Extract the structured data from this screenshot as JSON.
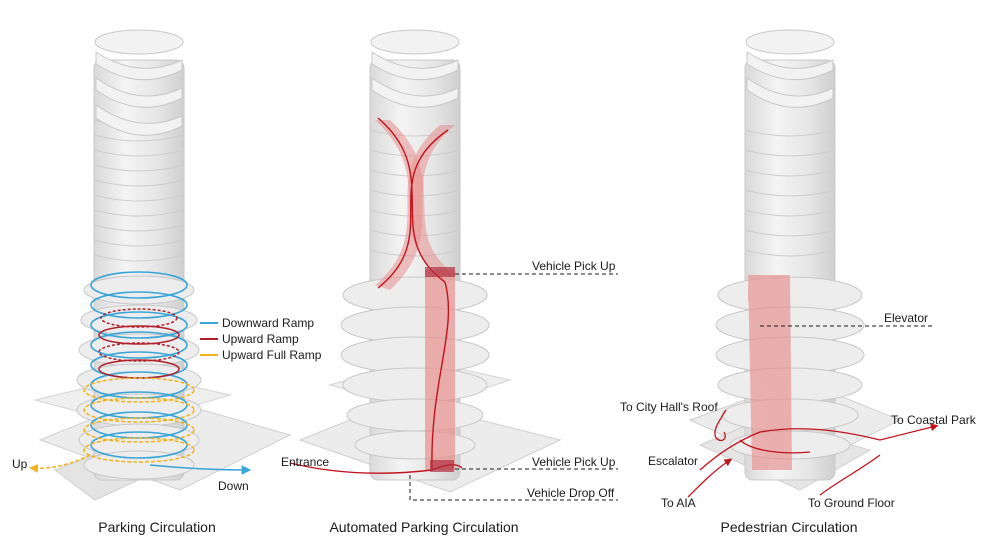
{
  "panels": [
    {
      "caption": "Parking Circulation",
      "legend": [
        {
          "label": "Downward Ramp",
          "color": "#3aa6d8"
        },
        {
          "label": "Upward Ramp",
          "color": "#b0202a"
        },
        {
          "label": "Upward Full Ramp",
          "color": "#f2b21b"
        }
      ],
      "labels": {
        "up": "Up",
        "down": "Down"
      }
    },
    {
      "caption": "Automated Parking Circulation",
      "labels": {
        "entrance": "Entrance",
        "pickup_top": "Vehicle Pick Up",
        "pickup_bottom": "Vehicle Pick Up",
        "dropoff": "Vehicle Drop Off"
      }
    },
    {
      "caption": "Pedestrian Circulation",
      "labels": {
        "elevator": "Elevator",
        "city_hall": "To City Hall's Roof",
        "coastal_park": "To Coastal Park",
        "escalator": "Escalator",
        "aia": "To AIA",
        "ground_floor": "To Ground Floor"
      }
    }
  ],
  "colors": {
    "tower": "#e9e9e9",
    "tower_edge": "#c9c9c9",
    "route_red": "#c0141c",
    "highlight_red": "#e88f8f",
    "down_blue": "#3aa6d8",
    "up_yellow": "#f2b21b"
  }
}
